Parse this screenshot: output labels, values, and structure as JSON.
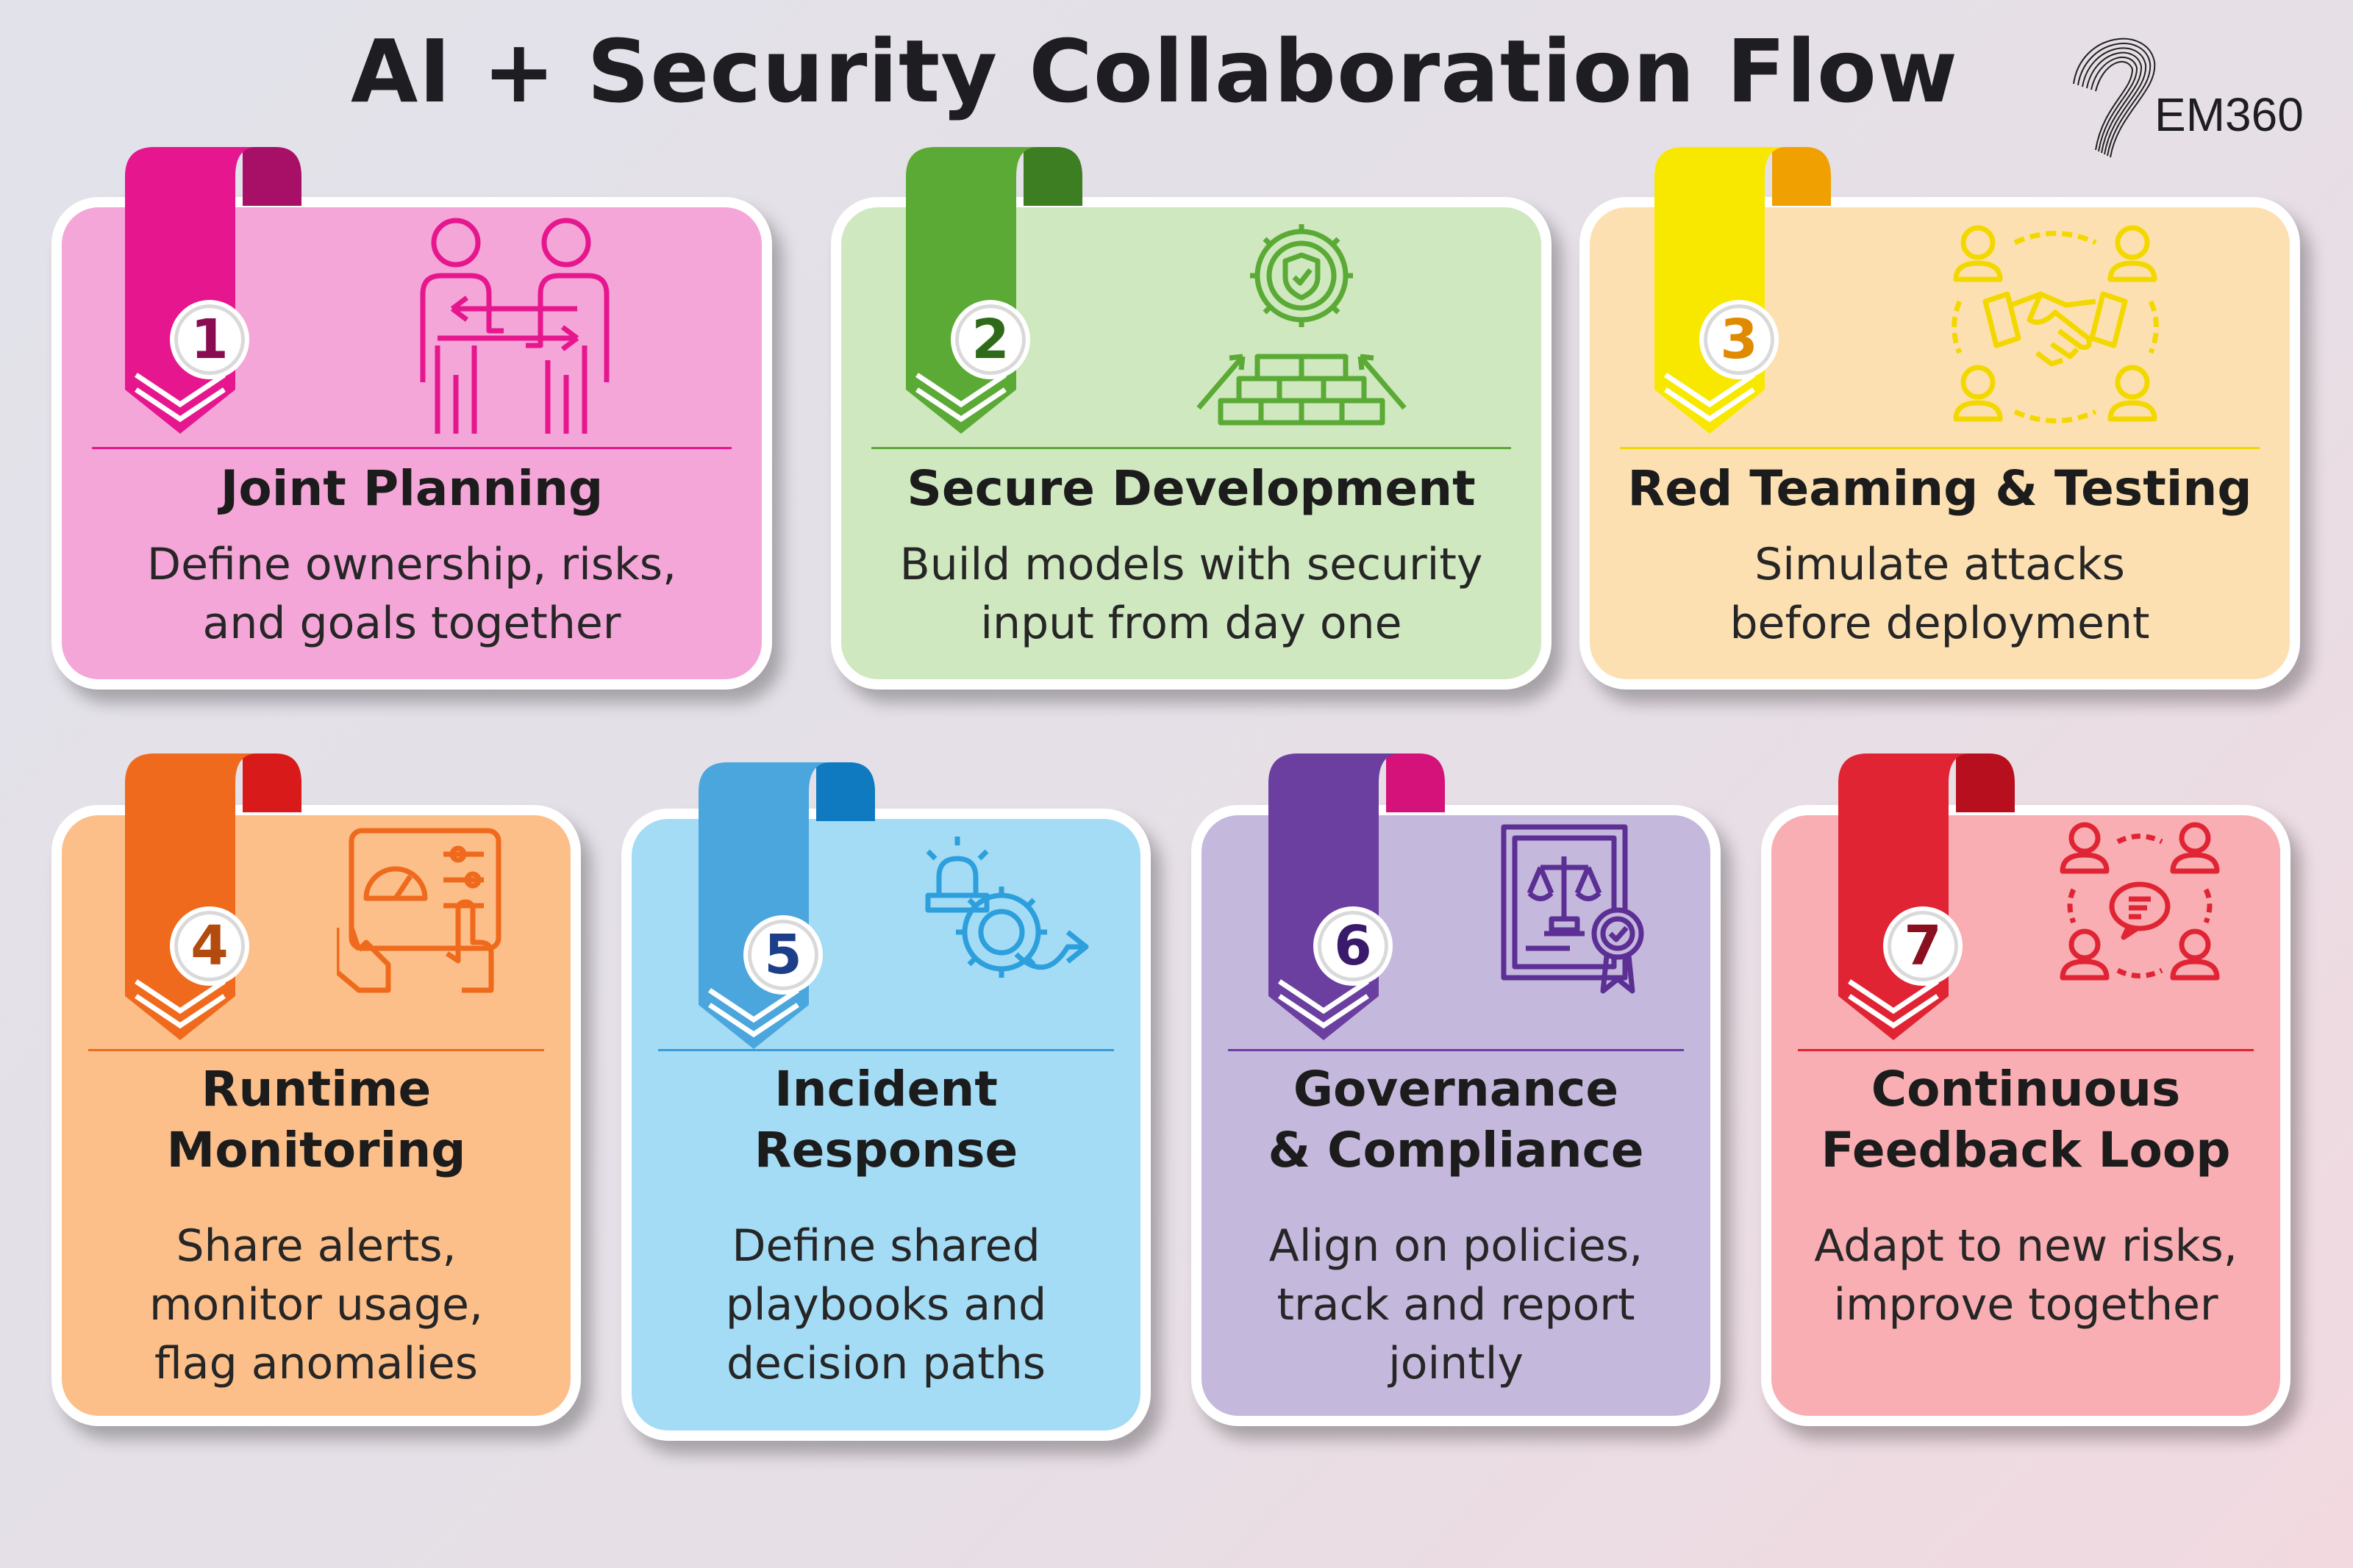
{
  "title": "AI + Security Collaboration Flow",
  "logo": {
    "text": "EM360"
  },
  "cards": [
    {
      "number": "1",
      "title": "Joint Planning",
      "desc1": "Define ownership, risks,",
      "desc2": "and goals together",
      "color": "#f5a6d8",
      "accent": "#e6178e",
      "icon": "people-exchange-icon"
    },
    {
      "number": "2",
      "title": "Secure Development",
      "desc1": "Build models with security",
      "desc2": "input from day one",
      "color": "#cfe8c0",
      "accent": "#5aaa35",
      "icon": "shield-gear-bricks-icon"
    },
    {
      "number": "3",
      "title": "Red Teaming & Testing",
      "desc1": "Simulate attacks",
      "desc2": "before deployment",
      "color": "#fde0b2",
      "accent": "#f3d800",
      "icon": "handshake-team-icon"
    },
    {
      "number": "4",
      "title1": "Runtime",
      "title2": "Monitoring",
      "desc1": "Share alerts,",
      "desc2": "monitor usage,",
      "desc3": "flag anomalies",
      "color": "#fcbf8a",
      "accent": "#ef6a1c",
      "icon": "dashboard-tablet-icon"
    },
    {
      "number": "5",
      "title1": "Incident",
      "title2": "Response",
      "desc1": "Define shared",
      "desc2": "playbooks and",
      "desc3": "decision paths",
      "color": "#a4dcf6",
      "accent": "#3a9bd6",
      "icon": "alarm-gear-arrow-icon"
    },
    {
      "number": "6",
      "title1": "Governance",
      "title2": "& Compliance",
      "desc1": "Align on policies,",
      "desc2": "track and report",
      "desc3": "jointly",
      "color": "#c5b8dd",
      "accent": "#6b3fa0",
      "icon": "certificate-scales-icon"
    },
    {
      "number": "7",
      "title1": "Continuous",
      "title2": "Feedback Loop",
      "desc1": "Adapt to new risks,",
      "desc2": "improve together",
      "color": "#f8aeb2",
      "accent": "#e02434",
      "icon": "feedback-loop-people-icon"
    }
  ]
}
